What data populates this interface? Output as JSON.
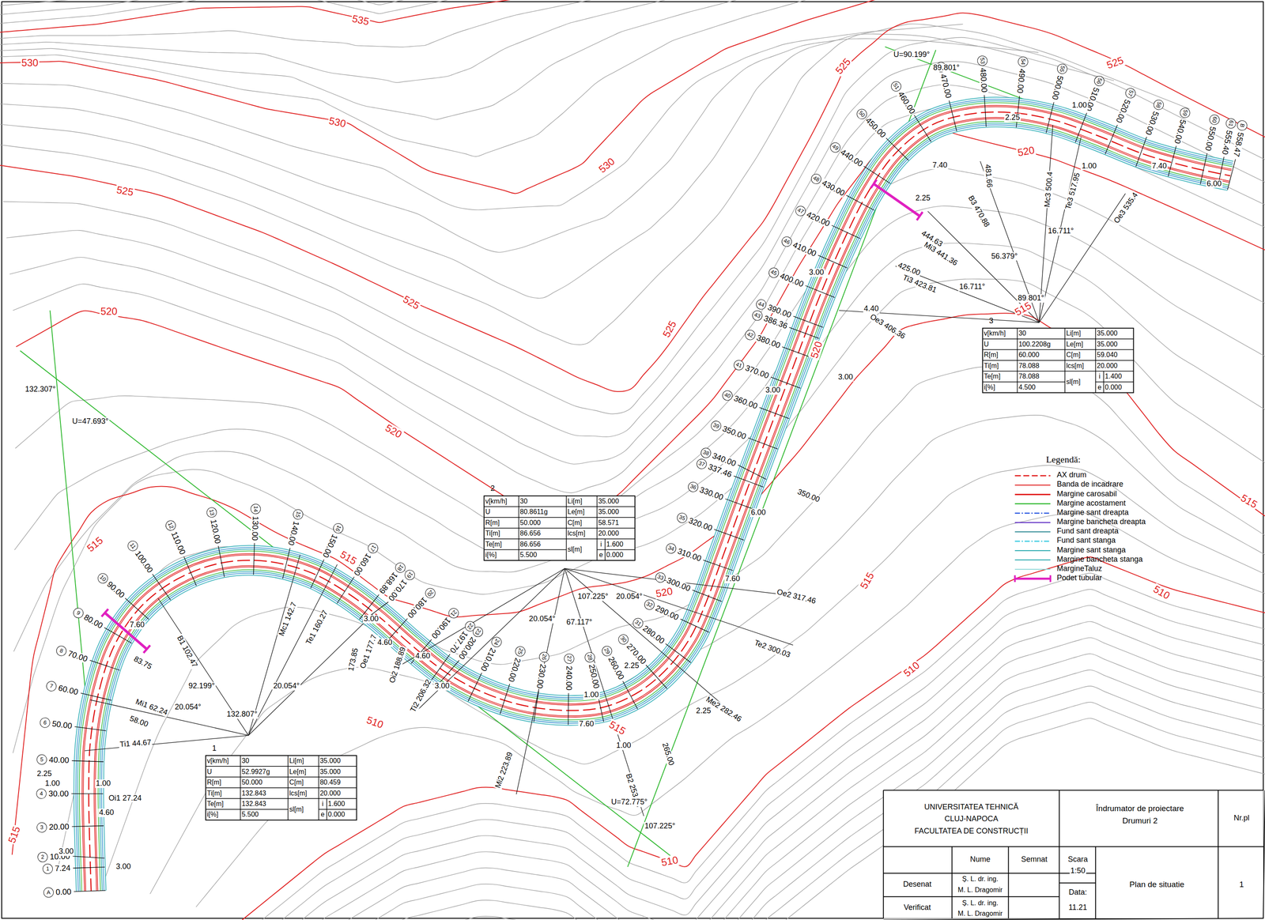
{
  "diagram": {
    "labels": [
      "A",
      "0.00",
      "1",
      "7.24",
      "2",
      "10.00",
      "3",
      "20.00",
      "4",
      "30.00",
      "5",
      "40.00",
      "6",
      "50.00",
      "7",
      "60.00",
      "8",
      "70.00",
      "9",
      "80.00",
      "10",
      "90.00",
      "11",
      "100.00",
      "12",
      "110.00",
      "13",
      "120.00",
      "14",
      "130.00",
      "15",
      "140.00",
      "16",
      "150.00",
      "17",
      "160.00",
      "18",
      "168.89",
      "19",
      "170.00",
      "20",
      "180.00",
      "21",
      "190.00",
      "22",
      "197.70",
      "23",
      "200.00",
      "24",
      "210.00",
      "25",
      "220.00",
      "26",
      "230.00",
      "27",
      "240.00",
      "28",
      "250.00",
      "29",
      "260.00",
      "30",
      "270.00",
      "31",
      "280.00",
      "32",
      "290.00",
      "33",
      "300.00",
      "34",
      "310.00",
      "35",
      "320.00",
      "36",
      "330.00",
      "37",
      "337.46",
      "38",
      "340.00",
      "39",
      "350.00",
      "40",
      "360.00",
      "41",
      "370.00",
      "42",
      "380.00",
      "43",
      "386.36",
      "44",
      "390.00",
      "45",
      "400.00",
      "46",
      "410.00",
      "47",
      "420.00",
      "48",
      "430.00",
      "49",
      "440.00",
      "50",
      "450.00",
      "51",
      "460.00",
      "52",
      "470.00",
      "53",
      "480.00",
      "54",
      "490.00",
      "55",
      "500.00",
      "56",
      "510.00",
      "57",
      "520.00",
      "58",
      "530.00",
      "59",
      "540.00",
      "60",
      "550.00",
      "61",
      "555.40",
      "B",
      "558.47",
      "Ti1 44.67",
      "Mi1 62.24",
      "58.00",
      "Oi1 27.24",
      "B1 102.47",
      "Mc1 142.7",
      "Te1 160.27",
      "173.85",
      "Oe1 177.7",
      "Oi2 188.89",
      "Ti2 206.32",
      "Mi2 223.89",
      "B2 253.18",
      "265.00",
      "Me2 282.46",
      "Te2 300.03",
      "Oe2 317.46",
      "Oe3 406.36",
      "425.00",
      "Ti3 423.81",
      "444.63",
      "Mi3 441.36",
      "B3 470.88",
      "481.66",
      "Mc3 500.4",
      "Te3 517.95",
      "Oe3 535.4",
      "83.75",
      "350.00",
      "2.25",
      "1.00",
      "1.00",
      "4.60",
      "3.00",
      "3.00",
      "7.60",
      "3.00",
      "4.60",
      "4.60",
      "3.00",
      "1.00",
      "7.60",
      "1.00",
      "2.25",
      "2.25",
      "7.60",
      "6.00",
      "3.00",
      "3.00",
      "4.40",
      "3.00",
      "2.25",
      "7.40",
      "2.25",
      "1.00",
      "1.00",
      "7.40",
      "6.00",
      "132.307°",
      "U=47.693°",
      "92.199°",
      "20.054°",
      "132.807°",
      "20.054°",
      "107.225°",
      "20.054°",
      "20.054°",
      "67.117°",
      "U=72.775°",
      "107.225°",
      "U=90.199°",
      "89.801°",
      "56.379°",
      "16.711°",
      "16.711°",
      "89.801°",
      "535",
      "530",
      "530",
      "530",
      "525",
      "525",
      "525",
      "525",
      "525",
      "520",
      "520",
      "520",
      "520",
      "520",
      "515",
      "515",
      "515",
      "515",
      "515",
      "515",
      "515",
      "510",
      "510",
      "510",
      "510",
      "Legendă:",
      "UNIVERSITATEA TEHNICĂ",
      "CLUJ-NAPOCA",
      "FACULTATEA DE CONSTRUCȚII",
      "Îndrumator de proiectare",
      "Drumuri 2",
      "Nr.pl",
      "Nume",
      "Semnat",
      "Scara",
      "1:50",
      "Desenat",
      "Ș. L. dr. ing.",
      "M. L. Dragomir",
      "Data:",
      "11.21",
      "Plan de situatie",
      "Verificat",
      "Ș. L. dr. ing.",
      "M. L. Dragomir",
      "1",
      "1",
      "v[km/h]",
      "30",
      "Li[m]",
      "35.000",
      "U",
      "52.9927g",
      "Le[m]",
      "35.000",
      "R[m]",
      "50.000",
      "C[m]",
      "80.459",
      "Ti[m]",
      "132.843",
      "lcs[m]",
      "20.000",
      "Te[m]",
      "132.843",
      "sl[m]",
      "i",
      "1.600",
      "i[%]",
      "5.500",
      "e",
      "0.000",
      "2",
      "v[km/h]",
      "30",
      "Li[m]",
      "35.000",
      "U",
      "80.8611g",
      "Le[m]",
      "35.000",
      "R[m]",
      "50.000",
      "C[m]",
      "58.571",
      "Ti[m]",
      "86.656",
      "lcs[m]",
      "20.000",
      "Te[m]",
      "86.656",
      "sl[m]",
      "i",
      "1.600",
      "i[%]",
      "5.500",
      "e",
      "0.000",
      "3",
      "v[km/h]",
      "30",
      "Li[m]",
      "35.000",
      "U",
      "100.2208g",
      "Le[m]",
      "35.000",
      "R[m]",
      "60.000",
      "C[m]",
      "59.040",
      "Ti[m]",
      "78.088",
      "lcs[m]",
      "20.000",
      "Te[m]",
      "78.088",
      "sl[m]",
      "i",
      "1.400",
      "i[%]",
      "4.500",
      "e",
      "0.000"
    ],
    "legend": [
      {
        "text": "AX drum"
      },
      {
        "text": "Banda de incadrare"
      },
      {
        "text": "Margine carosabil"
      },
      {
        "text": "Margine acostament"
      },
      {
        "text": "Margine sant dreapta"
      },
      {
        "text": "Margine bancheta dreapta"
      },
      {
        "text": "Fund sant dreapta"
      },
      {
        "text": "Fund sant stanga"
      },
      {
        "text": "Margine sant stanga"
      },
      {
        "text": "Margine bancheta stanga"
      },
      {
        "text": "MargineTaluz"
      },
      {
        "text": "Podet tubular"
      }
    ]
  }
}
